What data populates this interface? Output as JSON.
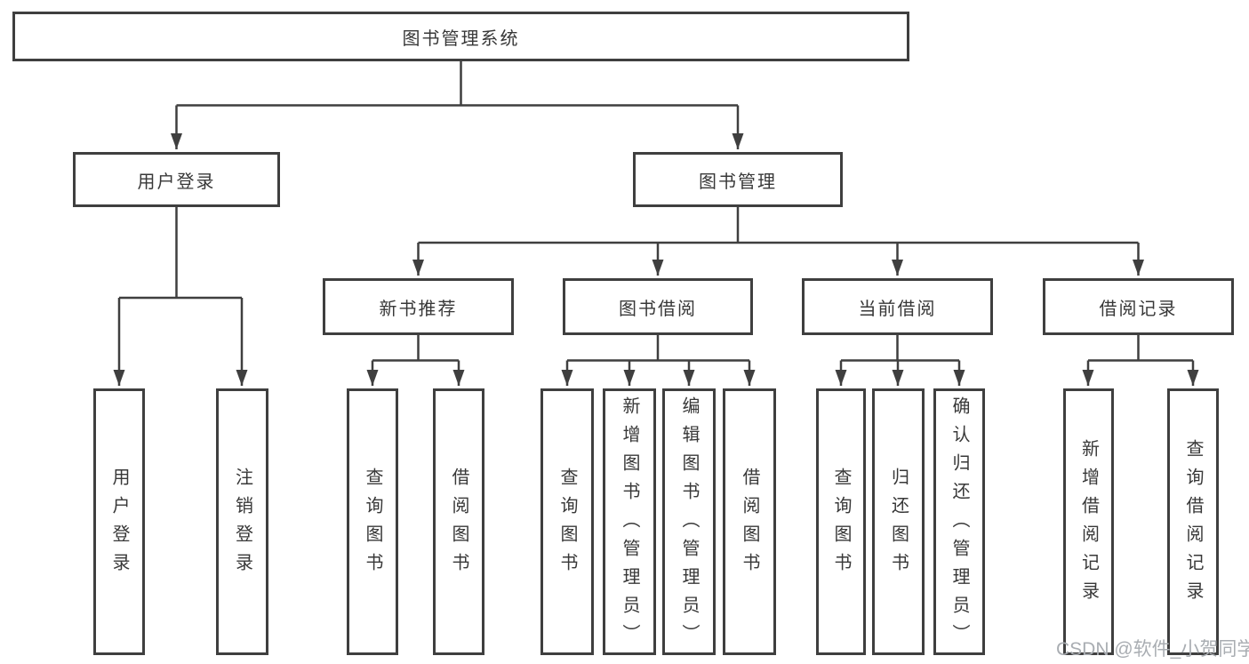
{
  "title": "图书管理系统",
  "watermark": "CSDN @软件_小贺同学",
  "colors": {
    "line": "#3f3f3f",
    "box_border": "#3f3f3f",
    "text": "#383838",
    "watermark": "#a9adb2",
    "background": "#ffffff"
  },
  "branches": [
    {
      "label": "用户登录",
      "children": [
        {
          "label": "用户登录"
        },
        {
          "label": "注销登录"
        }
      ]
    },
    {
      "label": "图书管理",
      "groups": [
        {
          "label": "新书推荐",
          "children": [
            {
              "label": "查询图书"
            },
            {
              "label": "借阅图书"
            }
          ]
        },
        {
          "label": "图书借阅",
          "children": [
            {
              "label": "查询图书"
            },
            {
              "label": "新增图书（管理员）"
            },
            {
              "label": "编辑图书（管理员）"
            },
            {
              "label": "借阅图书"
            }
          ]
        },
        {
          "label": "当前借阅",
          "children": [
            {
              "label": "查询图书"
            },
            {
              "label": "归还图书"
            },
            {
              "label": "确认归还（管理员）"
            }
          ]
        },
        {
          "label": "借阅记录",
          "children": [
            {
              "label": "新增借阅记录"
            },
            {
              "label": "查询借阅记录"
            }
          ]
        }
      ]
    }
  ]
}
